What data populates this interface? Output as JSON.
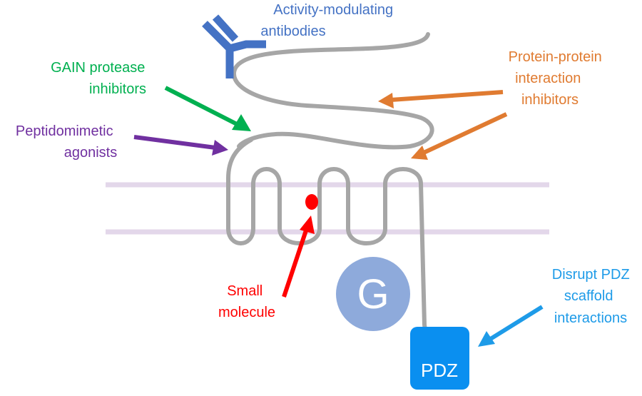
{
  "labels": {
    "antibodies": {
      "lines": [
        "Activity-modulating",
        "antibodies"
      ],
      "color": "#4472c4"
    },
    "gain": {
      "lines": [
        "GAIN protease",
        "inhibitors"
      ],
      "color": "#00b050"
    },
    "peptidomimetic": {
      "lines": [
        "Peptidomimetic",
        "agonists"
      ],
      "color": "#7030a0"
    },
    "ppi": {
      "lines": [
        "Protein-protein",
        "interaction",
        "inhibitors"
      ],
      "color": "#e07b31"
    },
    "small_molecule": {
      "lines": [
        "Small",
        "molecule"
      ],
      "color": "#ff0000"
    },
    "pdz_disrupt": {
      "lines": [
        "Disrupt PDZ",
        "scaffold",
        "interactions"
      ],
      "color": "#1e9be8"
    }
  },
  "g_protein": {
    "label": "G",
    "color": "#8eaadb"
  },
  "pdz": {
    "label": "PDZ",
    "color": "#0a8ff0"
  },
  "colors": {
    "receptor": "#a6a6a6",
    "membrane": "#e3d7ea",
    "antibody": "#4472c4",
    "ligand": "#ff0000"
  }
}
